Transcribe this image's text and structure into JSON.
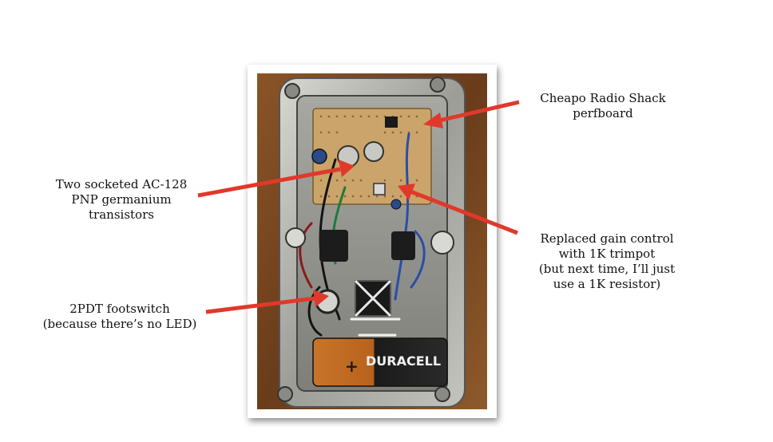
{
  "annotations": {
    "perfboard": {
      "lines": [
        "Cheapo Radio Shack",
        "perfboard"
      ]
    },
    "transistors": {
      "lines": [
        "Two socketed AC-128",
        "PNP germanium",
        "transistors"
      ]
    },
    "trimpot": {
      "lines": [
        "Replaced gain control",
        "with 1K trimpot",
        "(but next time, I’ll just",
        "use a 1K resistor)"
      ]
    },
    "footswitch": {
      "lines": [
        "2PDT footswitch",
        "(because there’s no LED)"
      ]
    }
  },
  "battery": {
    "brand": "DURACELL",
    "plus": "+"
  },
  "colors": {
    "arrow": "#e0392b",
    "wood": "#7a4a22",
    "metal": "#b9b9b4",
    "perfboard": "#caa46a"
  }
}
